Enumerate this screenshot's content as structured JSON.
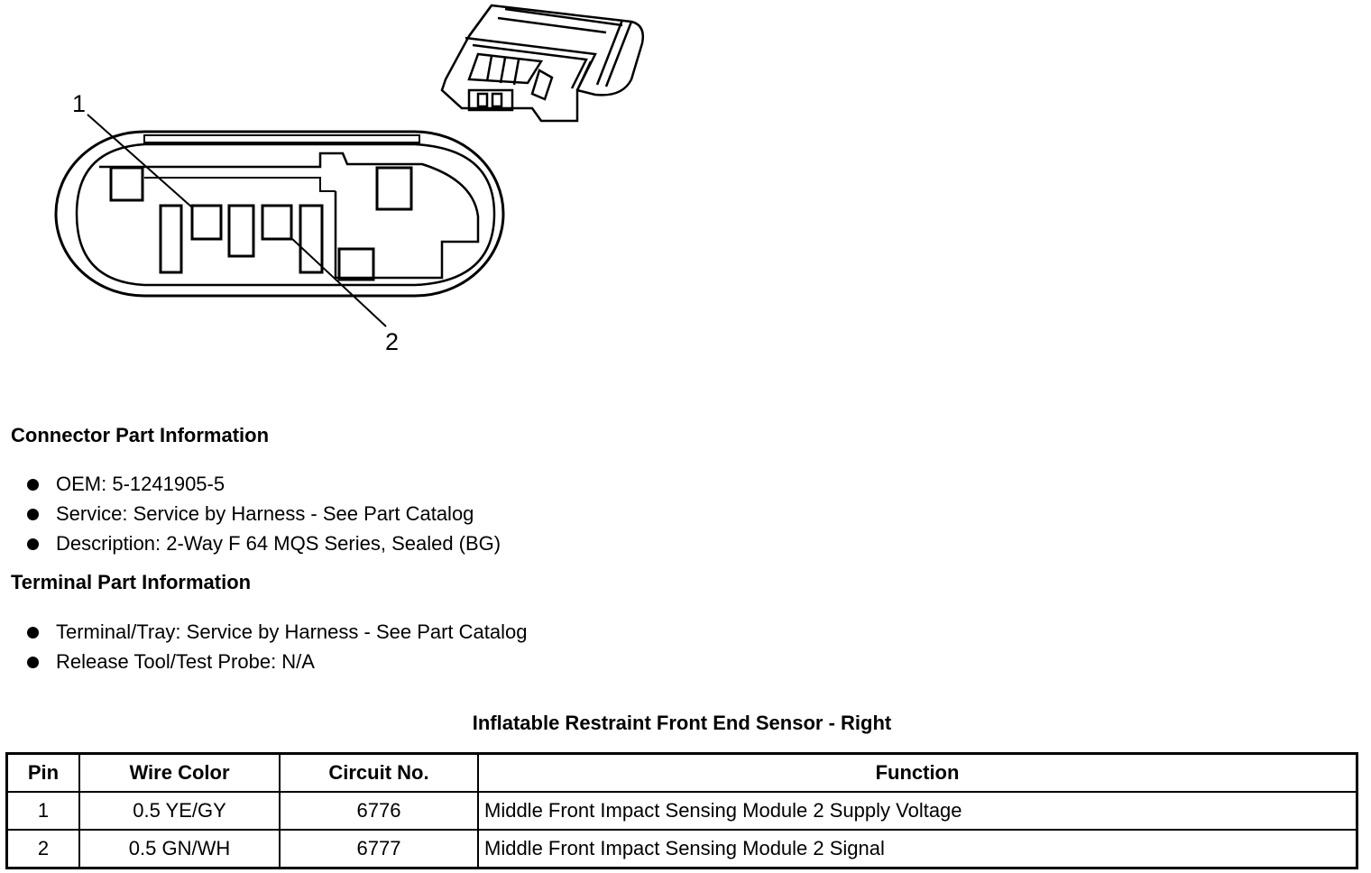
{
  "figure": {
    "callouts": [
      "1",
      "2"
    ]
  },
  "connector_section": {
    "heading": "Connector Part Information",
    "items": [
      "OEM: 5-1241905-5",
      "Service: Service by Harness - See Part Catalog",
      "Description: 2-Way F 64 MQS Series, Sealed (BG)"
    ]
  },
  "terminal_section": {
    "heading": "Terminal Part Information",
    "items": [
      "Terminal/Tray: Service by Harness - See Part Catalog",
      "Release Tool/Test Probe: N/A"
    ]
  },
  "table": {
    "title": "Inflatable Restraint Front End Sensor - Right",
    "headers": [
      "Pin",
      "Wire Color",
      "Circuit No.",
      "Function"
    ],
    "rows": [
      [
        "1",
        "0.5 YE/GY",
        "6776",
        "Middle Front Impact Sensing Module 2 Supply Voltage"
      ],
      [
        "2",
        "0.5 GN/WH",
        "6777",
        "Middle Front Impact Sensing Module 2 Signal"
      ]
    ]
  }
}
